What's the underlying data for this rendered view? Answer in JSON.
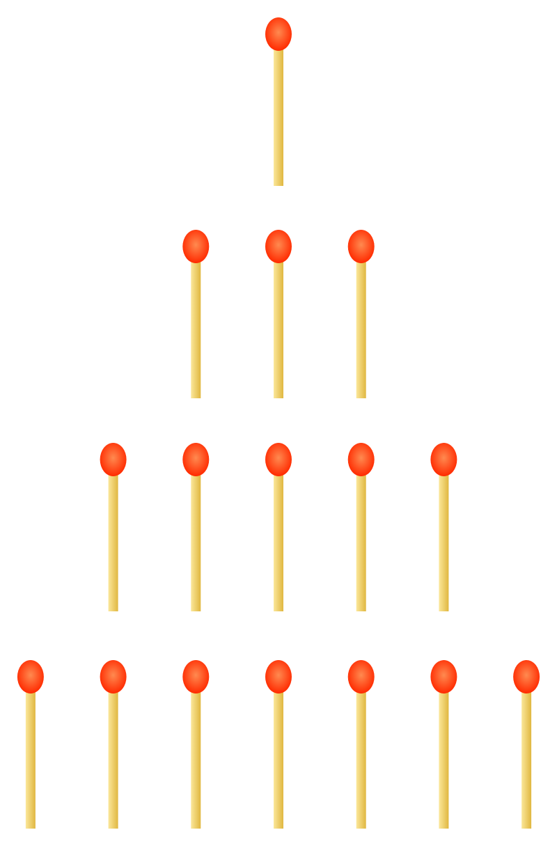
{
  "diagram": {
    "type": "matchstick-pyramid",
    "rows": [
      {
        "match_count": 1
      },
      {
        "match_count": 3
      },
      {
        "match_count": 5
      },
      {
        "match_count": 7
      }
    ],
    "colors": {
      "background": "#ffffff",
      "head_light": "#ff8a50",
      "head_dark": "#ff2a00",
      "stick_light": "#fbe79a",
      "stick_dark": "#e0b740"
    }
  }
}
